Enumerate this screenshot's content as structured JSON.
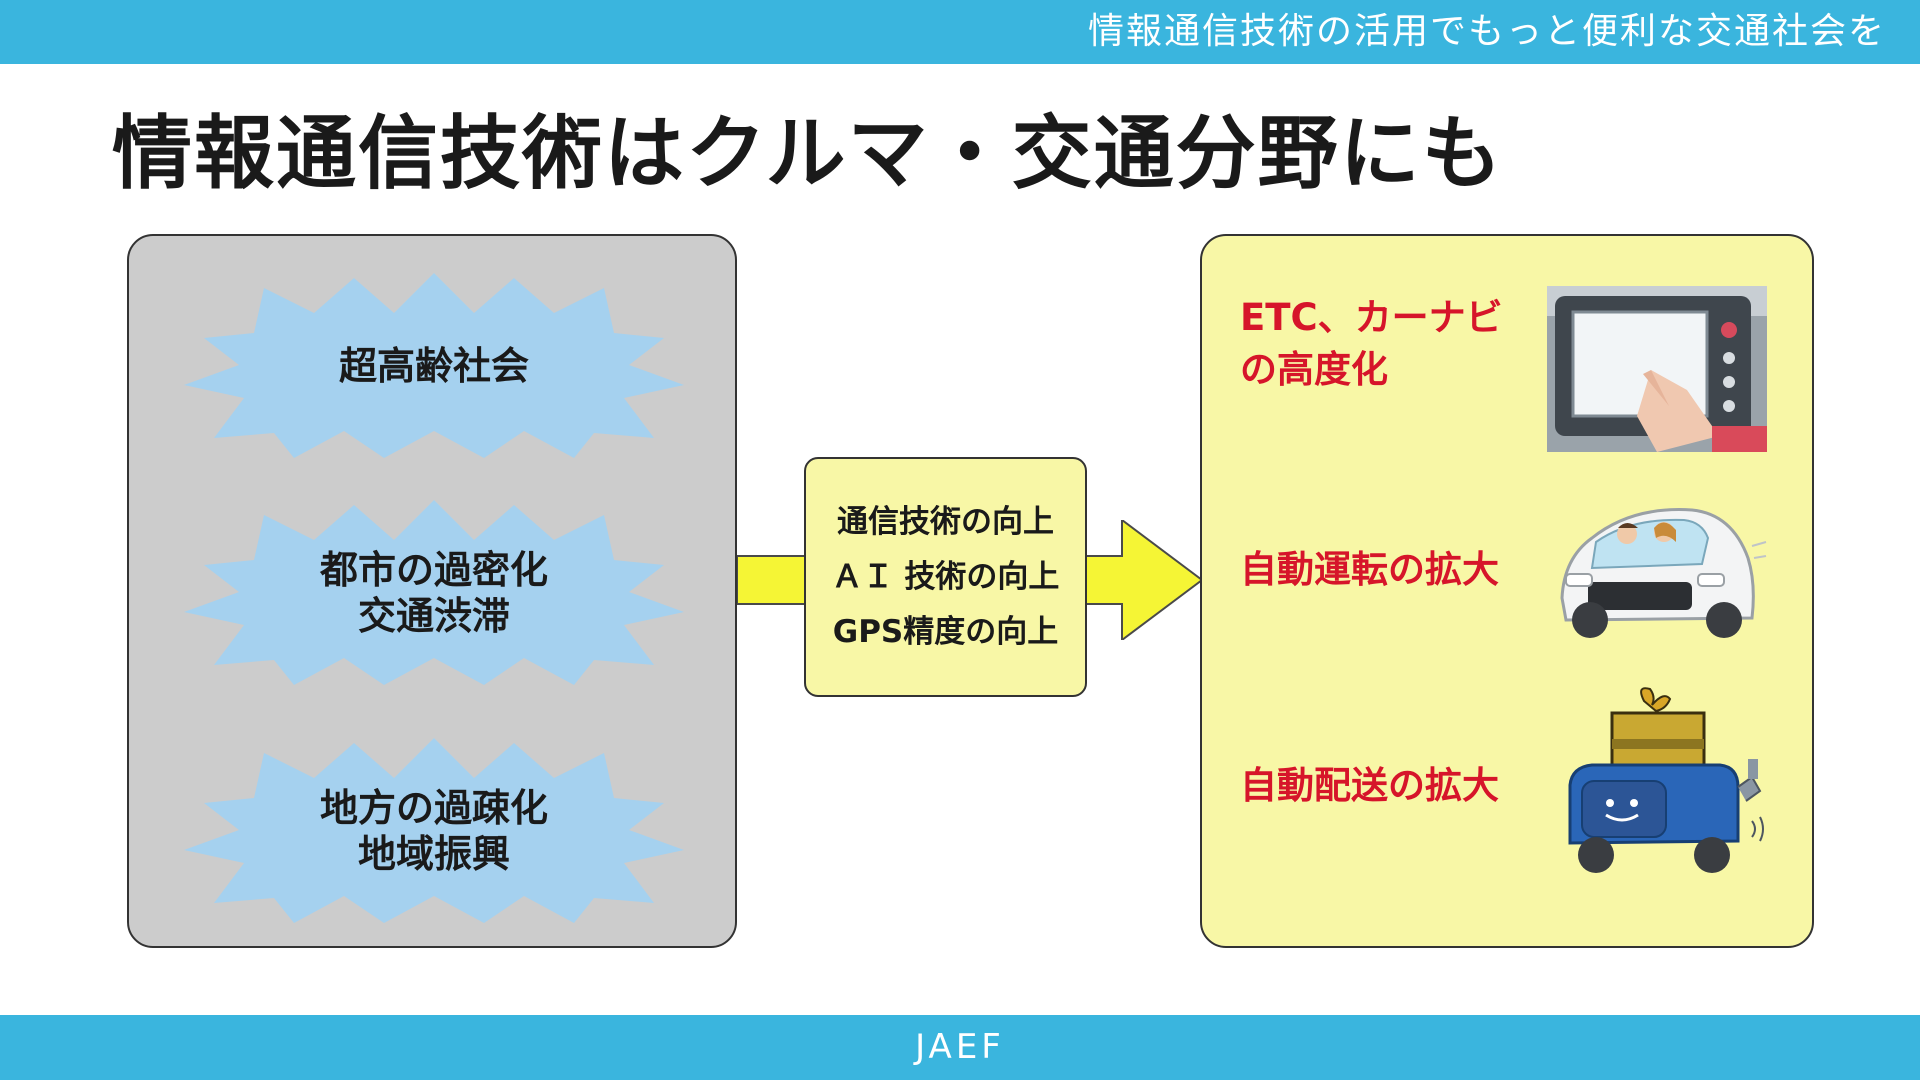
{
  "header": {
    "tagline": "情報通信技術の活用でもっと便利な交通社会を"
  },
  "title": "情報通信技術はクルマ・交通分野にも",
  "challenges": [
    {
      "lines": [
        "超高齢社会"
      ]
    },
    {
      "lines": [
        "都市の過密化",
        "交通渋滞"
      ]
    },
    {
      "lines": [
        "地方の過疎化",
        "地域振興"
      ]
    }
  ],
  "technology": {
    "lines": [
      "通信技術の向上",
      "ＡＩ 技術の向上",
      "GPS精度の向上"
    ]
  },
  "results": [
    {
      "lines": [
        "ETC、カーナビ",
        "の高度化"
      ],
      "illustration": "car-navigation-touchscreen"
    },
    {
      "lines": [
        "自動運転の拡大"
      ],
      "illustration": "self-driving-car"
    },
    {
      "lines": [
        "自動配送の拡大"
      ],
      "illustration": "delivery-robot"
    }
  ],
  "footer": {
    "org": "JAEF"
  },
  "colors": {
    "band": "#3ab5de",
    "left_panel": "#cccccc",
    "burst": "#a5d1ef",
    "highlight_panel": "#f8f7a6",
    "arrow": "#f5f535",
    "result_text": "#d6152a"
  }
}
